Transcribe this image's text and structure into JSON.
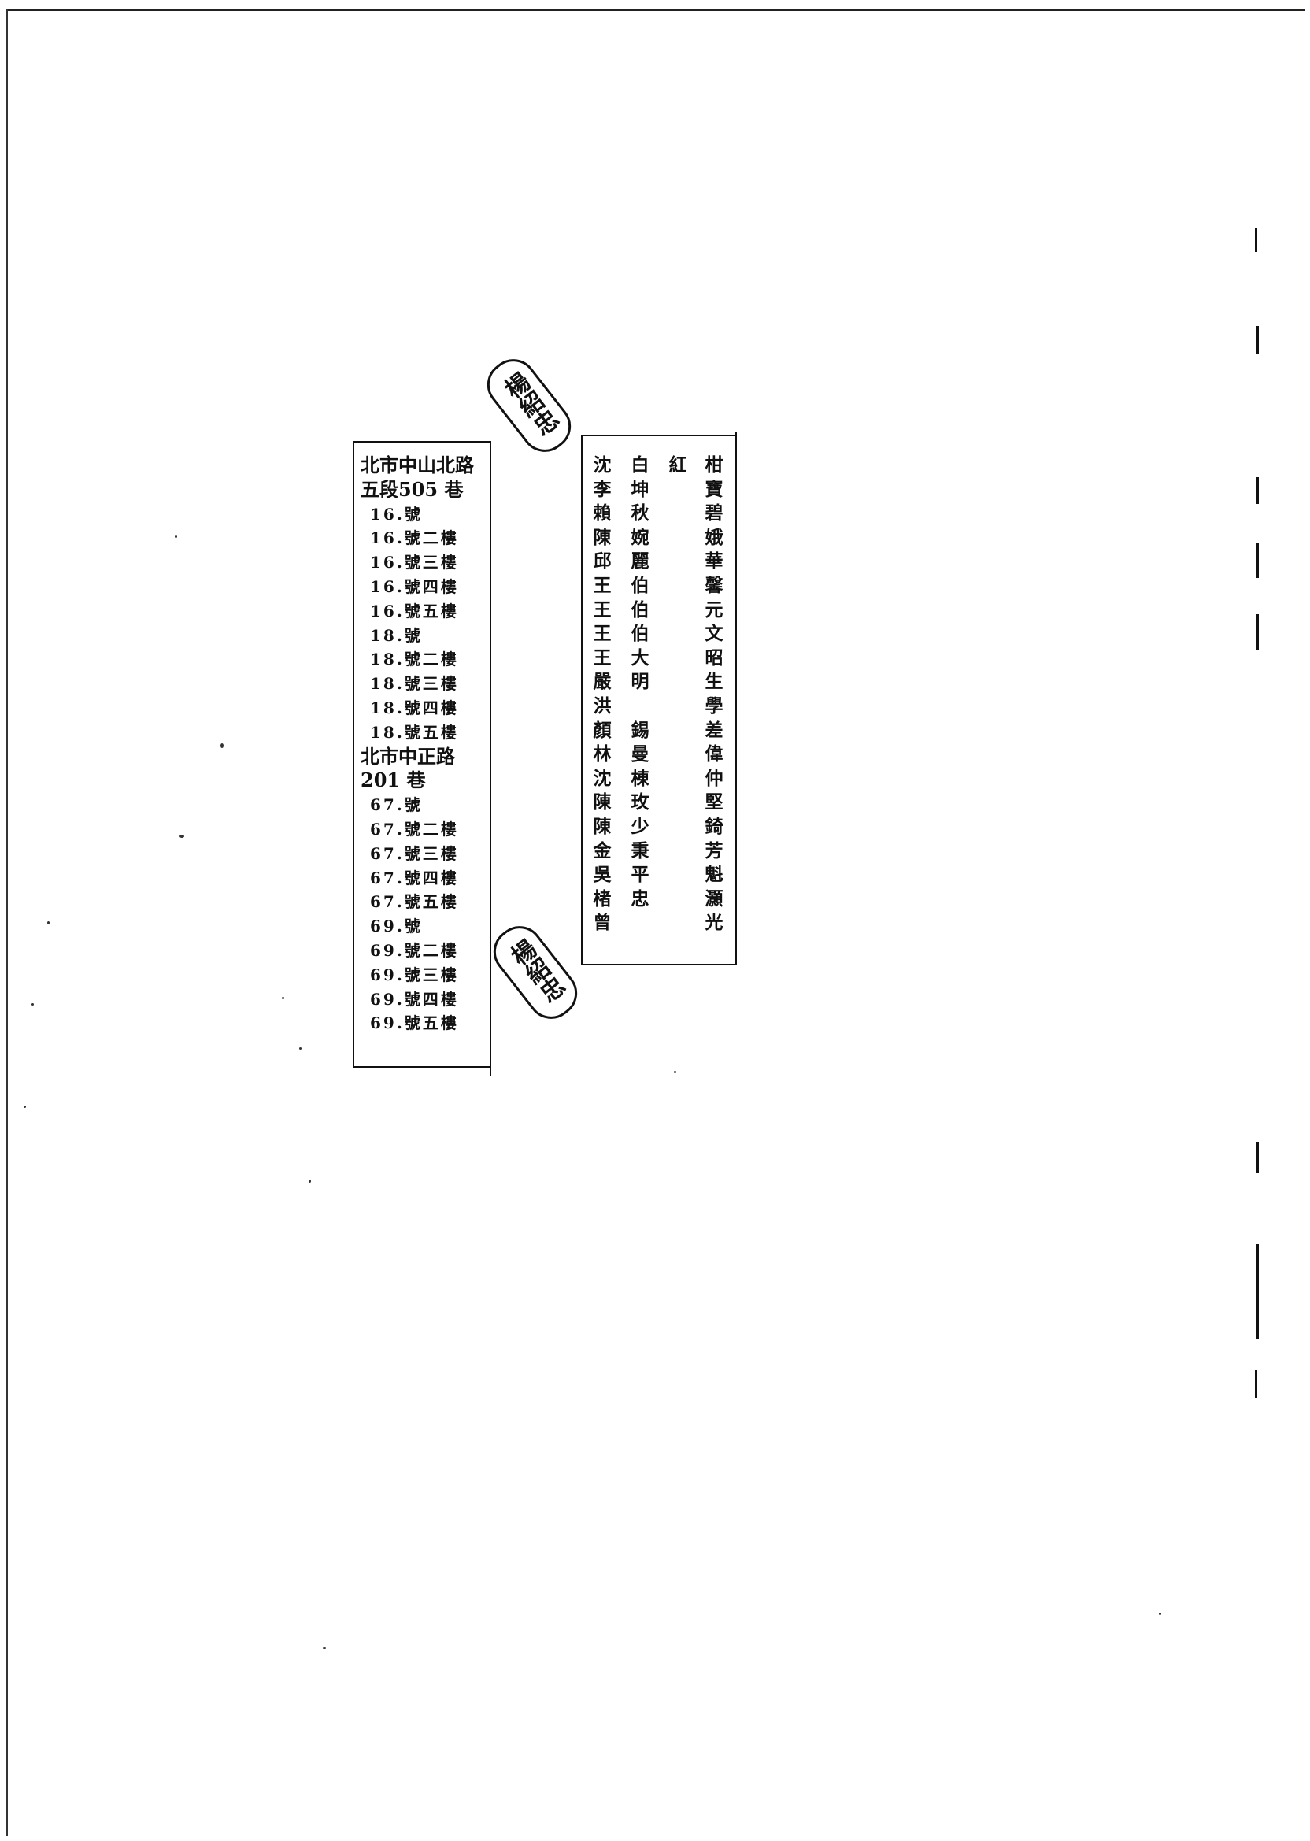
{
  "address_list": {
    "lines": [
      {
        "text": "北市中山北路",
        "kind": "head"
      },
      {
        "text": "五段505 巷",
        "kind": "head"
      },
      {
        "text": "16.號",
        "kind": "sub"
      },
      {
        "text": "16.號二樓",
        "kind": "sub"
      },
      {
        "text": "16.號三樓",
        "kind": "sub"
      },
      {
        "text": "16.號四樓",
        "kind": "sub"
      },
      {
        "text": "16.號五樓",
        "kind": "sub"
      },
      {
        "text": "18.號",
        "kind": "sub"
      },
      {
        "text": "18.號二樓",
        "kind": "sub"
      },
      {
        "text": "18.號三樓",
        "kind": "sub"
      },
      {
        "text": "18.號四樓",
        "kind": "sub"
      },
      {
        "text": "18.號五樓",
        "kind": "sub"
      },
      {
        "text": "北市中正路",
        "kind": "head"
      },
      {
        "text": "201 巷",
        "kind": "head"
      },
      {
        "text": "67.號",
        "kind": "sub"
      },
      {
        "text": "67.號二樓",
        "kind": "sub"
      },
      {
        "text": "67.號三樓",
        "kind": "sub"
      },
      {
        "text": "67.號四樓",
        "kind": "sub"
      },
      {
        "text": "67.號五樓",
        "kind": "sub"
      },
      {
        "text": "69.號",
        "kind": "sub"
      },
      {
        "text": "69.號二樓",
        "kind": "sub"
      },
      {
        "text": "69.號三樓",
        "kind": "sub"
      },
      {
        "text": "69.號四樓",
        "kind": "sub"
      },
      {
        "text": "69.號五樓",
        "kind": "sub"
      }
    ]
  },
  "name_list": {
    "surnames": [
      "沈",
      "李",
      "賴",
      "陳",
      "邱",
      "王",
      "王",
      "王",
      "王",
      "嚴",
      "洪",
      "顏",
      "林",
      "沈",
      "陳",
      "陳",
      "金",
      "吳",
      "楮",
      "曾"
    ],
    "given_1": [
      "白",
      "坤",
      "秋",
      "婉",
      "麗",
      "伯",
      "伯",
      "伯",
      "大",
      "明",
      "",
      "錫",
      "曼",
      "棟",
      "玫",
      "少",
      "秉",
      "平",
      "忠"
    ],
    "given_2": [
      "紅",
      "",
      "",
      "",
      "",
      "",
      "",
      "",
      "",
      "",
      "",
      "",
      "",
      "",
      "",
      "",
      "",
      "",
      ""
    ],
    "given_3": [
      "柑",
      "寶",
      "碧",
      "娥",
      "華",
      "馨",
      "元",
      "文",
      "昭",
      "生",
      "學",
      "差",
      "偉",
      "仲",
      "堅",
      "錡",
      "芳",
      "魁",
      "灝",
      "光"
    ]
  },
  "seals": [
    {
      "text": "楊紹忠"
    },
    {
      "text": "楊紹忠"
    }
  ]
}
